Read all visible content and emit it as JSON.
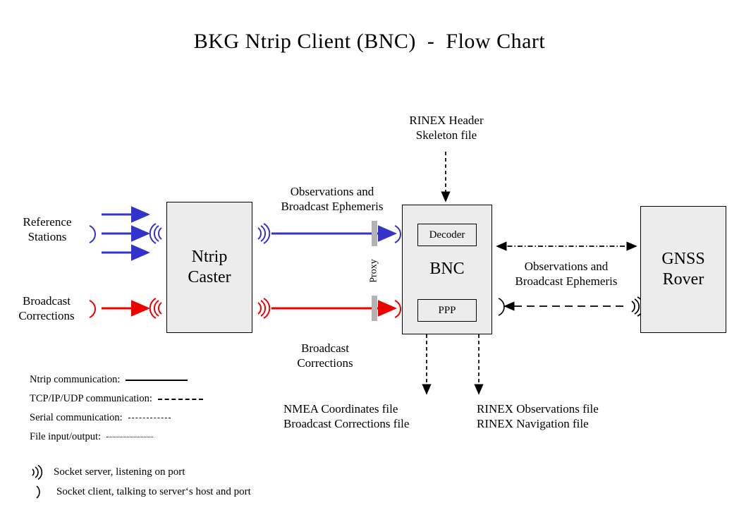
{
  "title": "BKG Ntrip Client (BNC)  -  Flow Chart",
  "nodes": {
    "ntrip_caster": "Ntrip\nCaster",
    "bnc": "BNC",
    "gnss_rover": "GNSS\nRover",
    "decoder": "Decoder",
    "ppp": "PPP",
    "proxy": "Proxy"
  },
  "labels": {
    "reference_stations": "Reference\nStations",
    "broadcast_corrections_in": "Broadcast\nCorrections",
    "obs_and_ephemeris_left": "Observations and\nBroadcast Ephemeris",
    "broadcast_corrections_mid": "Broadcast\nCorrections",
    "rinex_header_skeleton": "RINEX Header\nSkeleton file",
    "obs_and_ephemeris_right": "Observations and\nBroadcast Ephemeris",
    "nmea_output": "NMEA Coordinates file\nBroadcast Corrections file",
    "rinex_output": "RINEX Observations file\nRINEX Navigation file"
  },
  "legend": {
    "lines": [
      {
        "label": "Ntrip communication:",
        "style": "solid",
        "width": 88
      },
      {
        "label": "TCP/IP/UDP communication:",
        "style": "dashed",
        "width": 64
      },
      {
        "label": "Serial communication:",
        "style": "dashdot",
        "width": 60
      },
      {
        "label": "File input/output:",
        "style": "dotted",
        "width": 66
      }
    ],
    "sockets": [
      {
        "icon": "socket-server-icon",
        "label": "Socket server, listening on port"
      },
      {
        "icon": "socket-client-icon",
        "label": "Socket client, talking to server‘s host and port"
      }
    ]
  },
  "colors": {
    "ntrip_blue": "#3333cc",
    "corrections_red": "#ee0000",
    "box_fill": "#ececec",
    "box_border": "#000000",
    "proxy_bar": "#b3b3b3"
  }
}
